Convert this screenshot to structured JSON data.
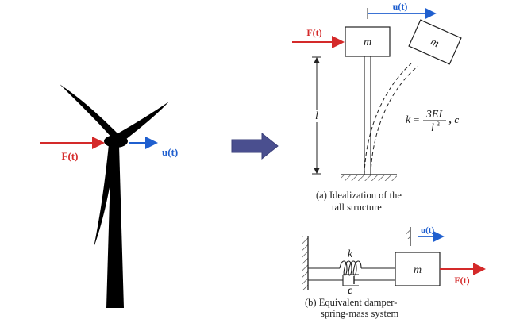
{
  "turbine": {
    "force_label": "F(t)",
    "disp_label": "u(t)"
  },
  "structure": {
    "disp_label": "u(t)",
    "force_label": "F(t)",
    "mass_label": "m",
    "mass_label_tilted": "m",
    "length_label": "l",
    "stiffness_label": "k",
    "stiffness_eq": "=",
    "stiffness_num": "3EI",
    "stiffness_den": "l",
    "stiffness_den_exp": "3",
    "damping_label": ", c",
    "caption_line1": "(a)  Idealization of the",
    "caption_line2": "tall structure"
  },
  "equivalent": {
    "disp_label": "u(t)",
    "force_label": "F(t)",
    "spring_label": "k",
    "damper_label": "c",
    "mass_label": "m",
    "caption_line1": "(b)  Equivalent damper-",
    "caption_line2": "spring-mass system"
  },
  "colors": {
    "force": "#d42a2a",
    "displacement": "#1f5fcf",
    "transition_arrow": "#4a4f8f"
  }
}
